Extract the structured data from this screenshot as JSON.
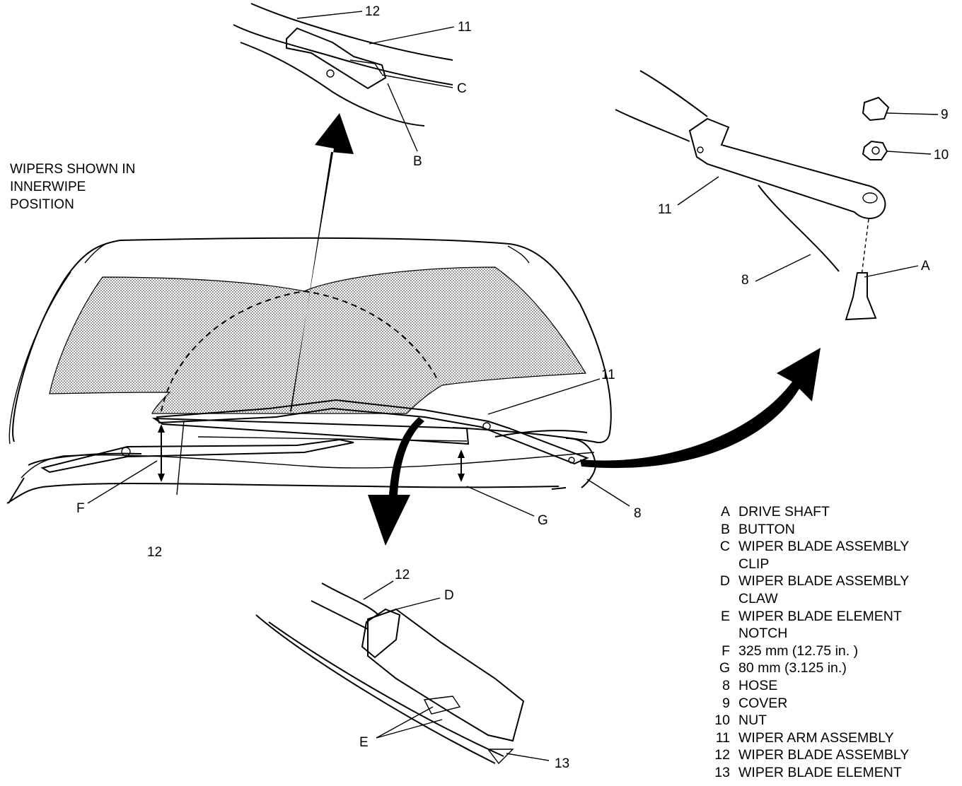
{
  "caption": [
    "WIPERS SHOWN IN",
    "INNERWIPE",
    "POSITION"
  ],
  "callouts": {
    "top_detail": {
      "c12": "12",
      "c11": "11",
      "cC": "C",
      "cB": "B"
    },
    "right_detail": {
      "c9": "9",
      "c10": "10",
      "c11": "11",
      "c8": "8",
      "cA": "A"
    },
    "main_view": {
      "c11": "11",
      "c8": "8",
      "cF": "F",
      "cG": "G",
      "c12": "12"
    },
    "bottom_detail": {
      "c12": "12",
      "cD": "D",
      "cE": "E",
      "c13": "13"
    }
  },
  "legend": [
    {
      "key": "A",
      "text": "DRIVE SHAFT"
    },
    {
      "key": "B",
      "text": "BUTTON"
    },
    {
      "key": "C",
      "text": "WIPER BLADE ASSEMBLY"
    },
    {
      "key": "",
      "text": "CLIP"
    },
    {
      "key": "D",
      "text": "WIPER BLADE ASSEMBLY"
    },
    {
      "key": "",
      "text": "CLAW"
    },
    {
      "key": "E",
      "text": "WIPER BLADE ELEMENT"
    },
    {
      "key": "",
      "text": "NOTCH"
    },
    {
      "key": "F",
      "text": "325 mm (12.75 in. )"
    },
    {
      "key": "G",
      "text": "80 mm (3.125 in.)"
    },
    {
      "key": "8",
      "text": "HOSE"
    },
    {
      "key": "9",
      "text": "COVER"
    },
    {
      "key": "10",
      "text": "NUT"
    },
    {
      "key": "11",
      "text": "WIPER ARM ASSEMBLY"
    },
    {
      "key": "12",
      "text": "WIPER BLADE ASSEMBLY"
    },
    {
      "key": "13",
      "text": "WIPER BLADE ELEMENT"
    }
  ]
}
